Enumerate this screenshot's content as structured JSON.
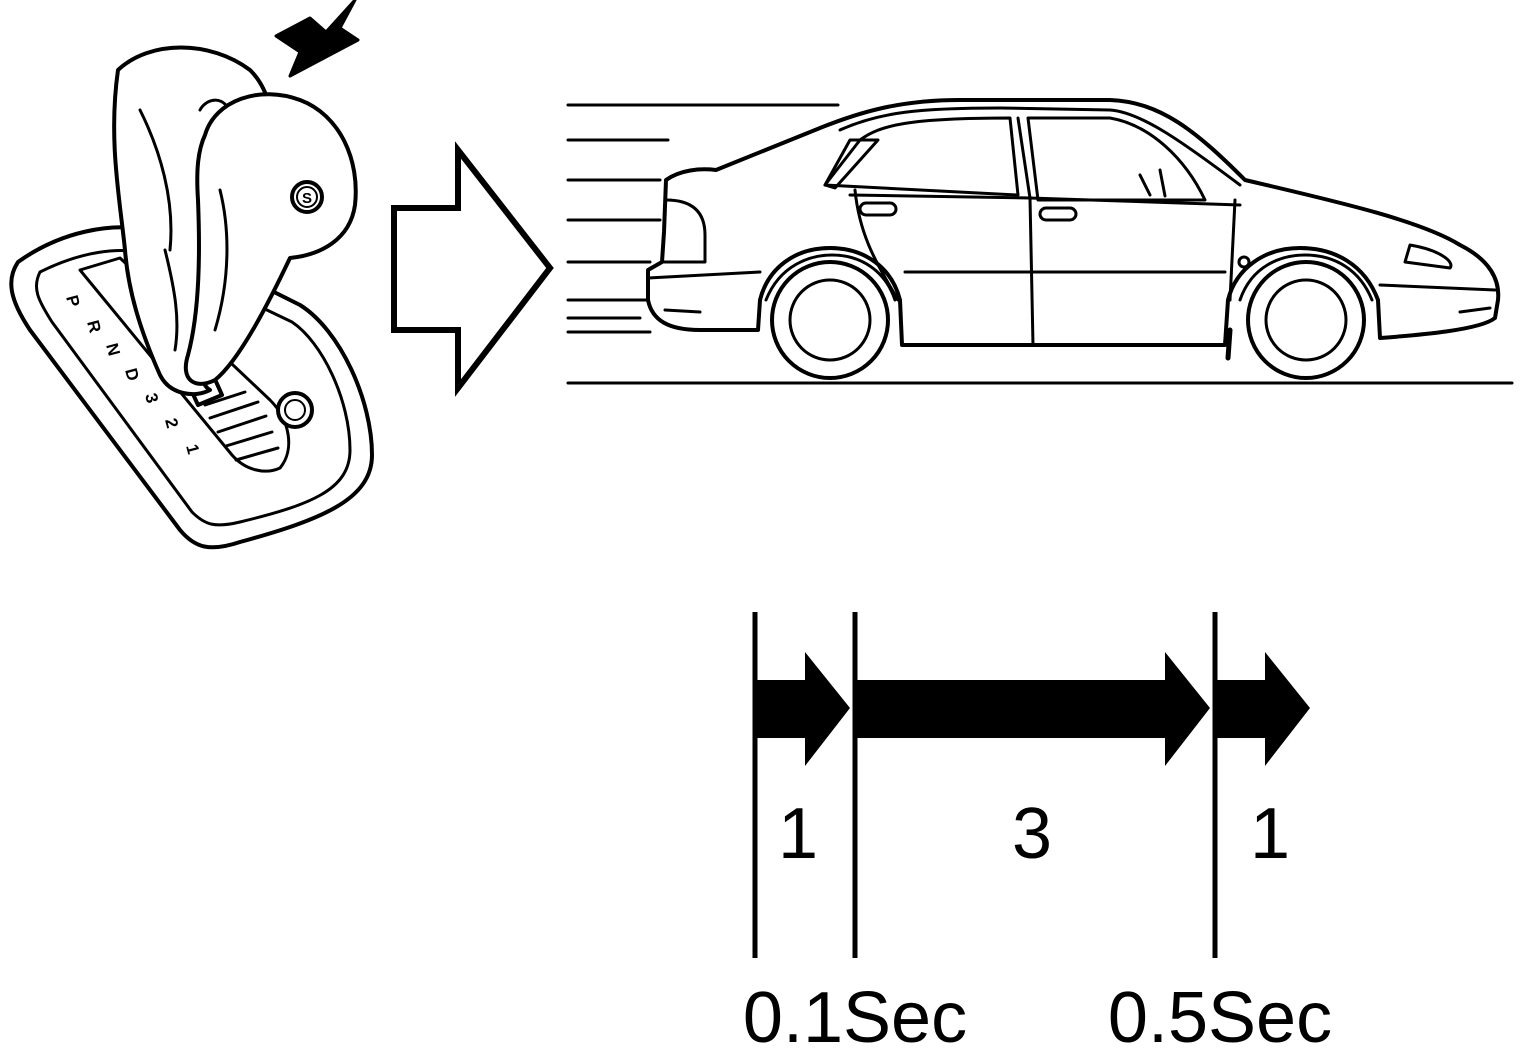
{
  "shifter": {
    "button_letter": "S",
    "gate_positions": [
      "P",
      "R",
      "N",
      "D",
      "3",
      "2",
      "1"
    ]
  },
  "timeline": {
    "segments": [
      {
        "count": "1"
      },
      {
        "count": "3"
      },
      {
        "count": "1"
      }
    ],
    "time_markers": [
      {
        "label": "0.1Sec"
      },
      {
        "label": "0.5Sec"
      }
    ]
  },
  "colors": {
    "ink": "#000000",
    "paper": "#ffffff"
  }
}
